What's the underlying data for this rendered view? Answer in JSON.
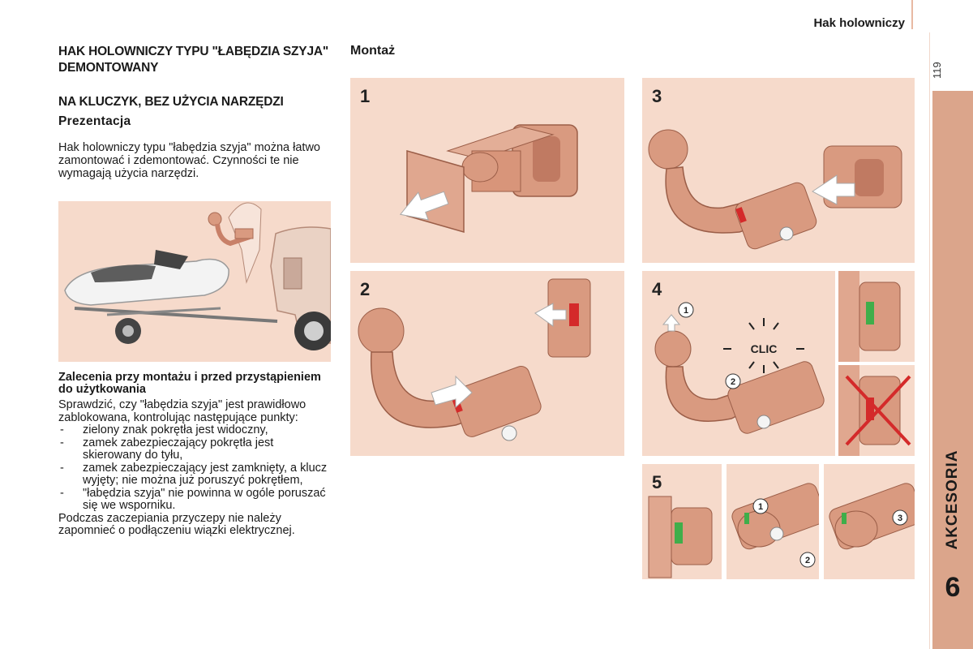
{
  "header": {
    "title": "Hak holowniczy"
  },
  "page_number": "119",
  "chapter": {
    "label": "AKCESORIA",
    "number": "6"
  },
  "left": {
    "title": "HAK HOLOWNICZY TYPU \"ŁABĘDZIA SZYJA\" DEMONTOWANY",
    "subtitle": "NA KLUCZYK, BEZ UŻYCIA NARZĘDZI",
    "section": "Prezentacja",
    "intro": "Hak holowniczy typu \"łabędzia szyja\" można łatwo zamontować i zdemontować. Czynności te nie wymagają użycia narzędzi."
  },
  "recommendations": {
    "heading": "Zalecenia przy montażu i przed przystąpieniem do użytkowania",
    "lead": "Sprawdzić, czy \"łabędzia szyja\" jest prawidłowo zablokowana, kontrolując następujące punkty:",
    "bullets": [
      "zielony znak pokrętła jest widoczny,",
      "zamek zabezpieczający pokrętła jest skierowany do tyłu,",
      "zamek zabezpieczający jest zamknięty, a klucz wyjęty; nie można już poruszyć pokrętłem,",
      "\"łabędzia szyja\" nie powinna w ogóle poruszać się we wsporniku."
    ],
    "closing": "Podczas zaczepiania przyczepy nie należy zapomnieć o podłączeniu wiązki elektrycznej."
  },
  "montaz": {
    "heading": "Montaż",
    "steps": [
      "1",
      "2",
      "3",
      "4",
      "5"
    ],
    "clic_label": "CLIC",
    "callouts": {
      "step4_a": "1",
      "step4_b": "2",
      "step5_a": "1",
      "step5_b": "2",
      "step5_c": "3"
    }
  },
  "colors": {
    "chapter_tab": "#dba58b",
    "panel_bg": "#f6dacb",
    "hitch": "#d99a80",
    "green_mark": "#3fae4a",
    "red_mark": "#d42a2a"
  }
}
